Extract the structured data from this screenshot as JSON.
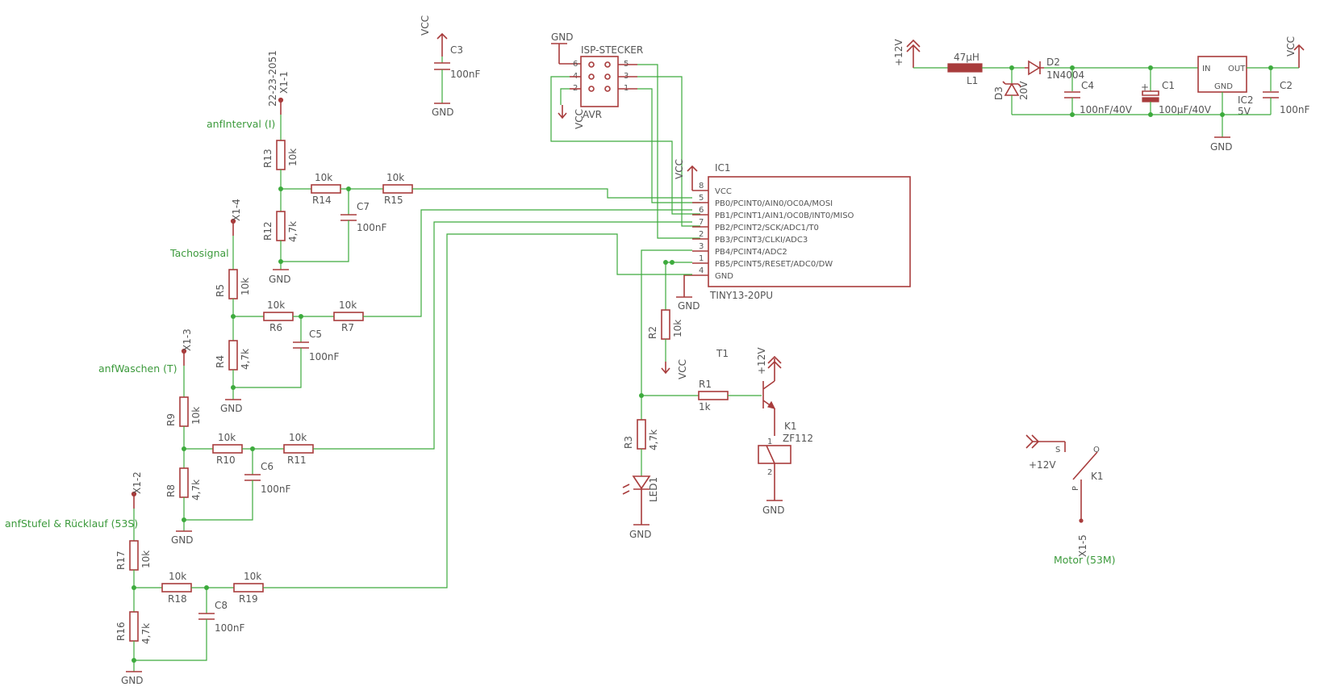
{
  "colors": {
    "wire": "#3dab3d",
    "part": "#a83c3c",
    "text": "#555555",
    "label": "#3c9a3c"
  },
  "header": {
    "isp_title": "ISP-STECKER",
    "isp_gnd": "GND",
    "isp_vcc": "VCC",
    "isp_avr": "AVR",
    "isp_pins": [
      "6",
      "5",
      "4",
      "3",
      "2",
      "1"
    ]
  },
  "ic1": {
    "name": "IC1",
    "value": "TINY13-20PU",
    "pins": [
      "VCC",
      "PB0/PCINT0/AIN0/OC0A/MOSI",
      "PB1/PCINT1/AIN1/OC0B/INT0/MISO",
      "PB2/PCINT2/SCK/ADC1/T0",
      "PB3/PCINT3/CLKI/ADC3",
      "PB4/PCINT4/ADC2",
      "PB5/PCINT5/RESET/ADC0/DW",
      "GND"
    ],
    "pin_numbers": [
      "8",
      "5",
      "6",
      "7",
      "2",
      "3",
      "1",
      "4"
    ],
    "vcc": "VCC",
    "gnd": "GND"
  },
  "c3": {
    "vcc": "VCC",
    "name": "C3",
    "value": "100nF",
    "gnd": "GND"
  },
  "inputs": {
    "x11": {
      "conn": "X1-1",
      "part": "22-23-2051",
      "label": "anfInterval (I)",
      "r_top": "R13",
      "r_top_v": "10k",
      "r_bot": "R12",
      "r_bot_v": "4,7k",
      "r_a": "R14",
      "r_a_v": "10k",
      "r_b": "R15",
      "r_b_v": "10k",
      "cap": "C7",
      "cap_v": "100nF",
      "gnd": "GND"
    },
    "x14": {
      "conn": "X1-4",
      "label": "Tachosignal",
      "r_top": "R5",
      "r_top_v": "10k",
      "r_bot": "R4",
      "r_bot_v": "4,7k",
      "r_a": "R6",
      "r_a_v": "10k",
      "r_b": "R7",
      "r_b_v": "10k",
      "cap": "C5",
      "cap_v": "100nF",
      "gnd": "GND"
    },
    "x13": {
      "conn": "X1-3",
      "label": "anfWaschen (T)",
      "r_top": "R9",
      "r_top_v": "10k",
      "r_bot": "R8",
      "r_bot_v": "4,7k",
      "r_a": "R10",
      "r_a_v": "10k",
      "r_b": "R11",
      "r_b_v": "10k",
      "cap": "C6",
      "cap_v": "100nF",
      "gnd": "GND"
    },
    "x12": {
      "conn": "X1-2",
      "label": "anfStufel & Rücklauf (53S)",
      "r_top": "R17",
      "r_top_v": "10k",
      "r_bot": "R16",
      "r_bot_v": "4,7k",
      "r_a": "R18",
      "r_a_v": "10k",
      "r_b": "R19",
      "r_b_v": "10k",
      "cap": "C8",
      "cap_v": "100nF",
      "gnd": "GND"
    }
  },
  "power": {
    "in": "+12V",
    "l1": "L1",
    "l1_v": "47µH",
    "d2": "D2",
    "d2_v": "1N4004",
    "d3": "D3",
    "d3_v": "20V",
    "c4": "C4",
    "c4_v": "100nF/40V",
    "c1": "C1",
    "c1_v": "100µF/40V",
    "ic2": "IC2",
    "ic2_v": "5V",
    "ic2_in": "IN",
    "ic2_out": "OUT",
    "ic2_gnd": "GND",
    "c2": "C2",
    "c2_v": "100nF",
    "vcc": "VCC",
    "gnd": "GND"
  },
  "driver": {
    "r2": "R2",
    "r2_v": "10k",
    "r2_vcc": "VCC",
    "t1": "T1",
    "r1": "R1",
    "r1_v": "1k",
    "p12": "+12V",
    "k1": "K1",
    "k1_v": "ZF112",
    "pin1": "1",
    "pin2": "2",
    "gnd": "GND",
    "r3": "R3",
    "r3_v": "4,7k",
    "led": "LED1",
    "gnd2": "GND"
  },
  "relay": {
    "p12": "+12V",
    "s": "S",
    "o": "O",
    "p": "P",
    "k1": "K1",
    "conn": "X1-5",
    "label": "Motor (53M)"
  }
}
